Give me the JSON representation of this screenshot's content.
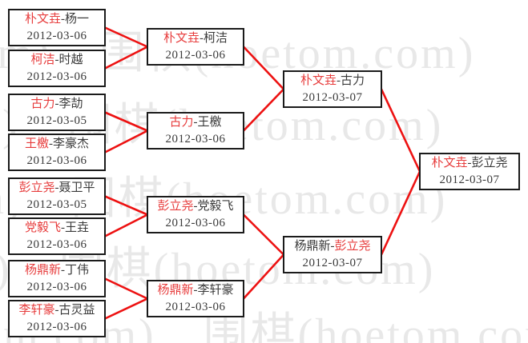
{
  "watermark": {
    "text": "围棋(hoetom.com)"
  },
  "colors": {
    "background": "#ffffff",
    "border": "#1b1b1b",
    "text": "#3a3a3a",
    "red_name": "#e73c3c",
    "line": "#ed1111"
  },
  "bracket": {
    "rounds": [
      {
        "name": "round-1",
        "matches": [
          {
            "left": "朴文垚",
            "right": "杨一",
            "red": "left",
            "date": "2012-03-06"
          },
          {
            "left": "柯洁",
            "right": "时越",
            "red": "left",
            "date": "2012-03-06"
          },
          {
            "left": "古力",
            "right": "李劼",
            "red": "left",
            "date": "2012-03-05"
          },
          {
            "left": "王檄",
            "right": "李豪杰",
            "red": "left",
            "date": "2012-03-06"
          },
          {
            "left": "彭立尧",
            "right": "聂卫平",
            "red": "left",
            "date": "2012-03-05"
          },
          {
            "left": "党毅飞",
            "right": "王垚",
            "red": "left",
            "date": "2012-03-06"
          },
          {
            "left": "杨鼎新",
            "right": "丁伟",
            "red": "left",
            "date": "2012-03-06"
          },
          {
            "left": "李轩豪",
            "right": "古灵益",
            "red": "left",
            "date": "2012-03-06"
          }
        ]
      },
      {
        "name": "round-2",
        "matches": [
          {
            "left": "朴文垚",
            "right": "柯洁",
            "red": "left",
            "date": "2012-03-06"
          },
          {
            "left": "古力",
            "right": "王檄",
            "red": "left",
            "date": "2012-03-06"
          },
          {
            "left": "彭立尧",
            "right": "党毅飞",
            "red": "left",
            "date": "2012-03-06"
          },
          {
            "left": "杨鼎新",
            "right": "李轩豪",
            "red": "left",
            "date": "2012-03-06"
          }
        ]
      },
      {
        "name": "semifinals",
        "matches": [
          {
            "left": "朴文垚",
            "right": "古力",
            "red": "left",
            "date": "2012-03-07"
          },
          {
            "left": "杨鼎新",
            "right": "彭立尧",
            "red": "right",
            "date": "2012-03-07"
          }
        ]
      },
      {
        "name": "final",
        "matches": [
          {
            "left": "朴文垚",
            "right": "彭立尧",
            "red": "left",
            "date": "2012-03-07"
          }
        ]
      }
    ]
  }
}
